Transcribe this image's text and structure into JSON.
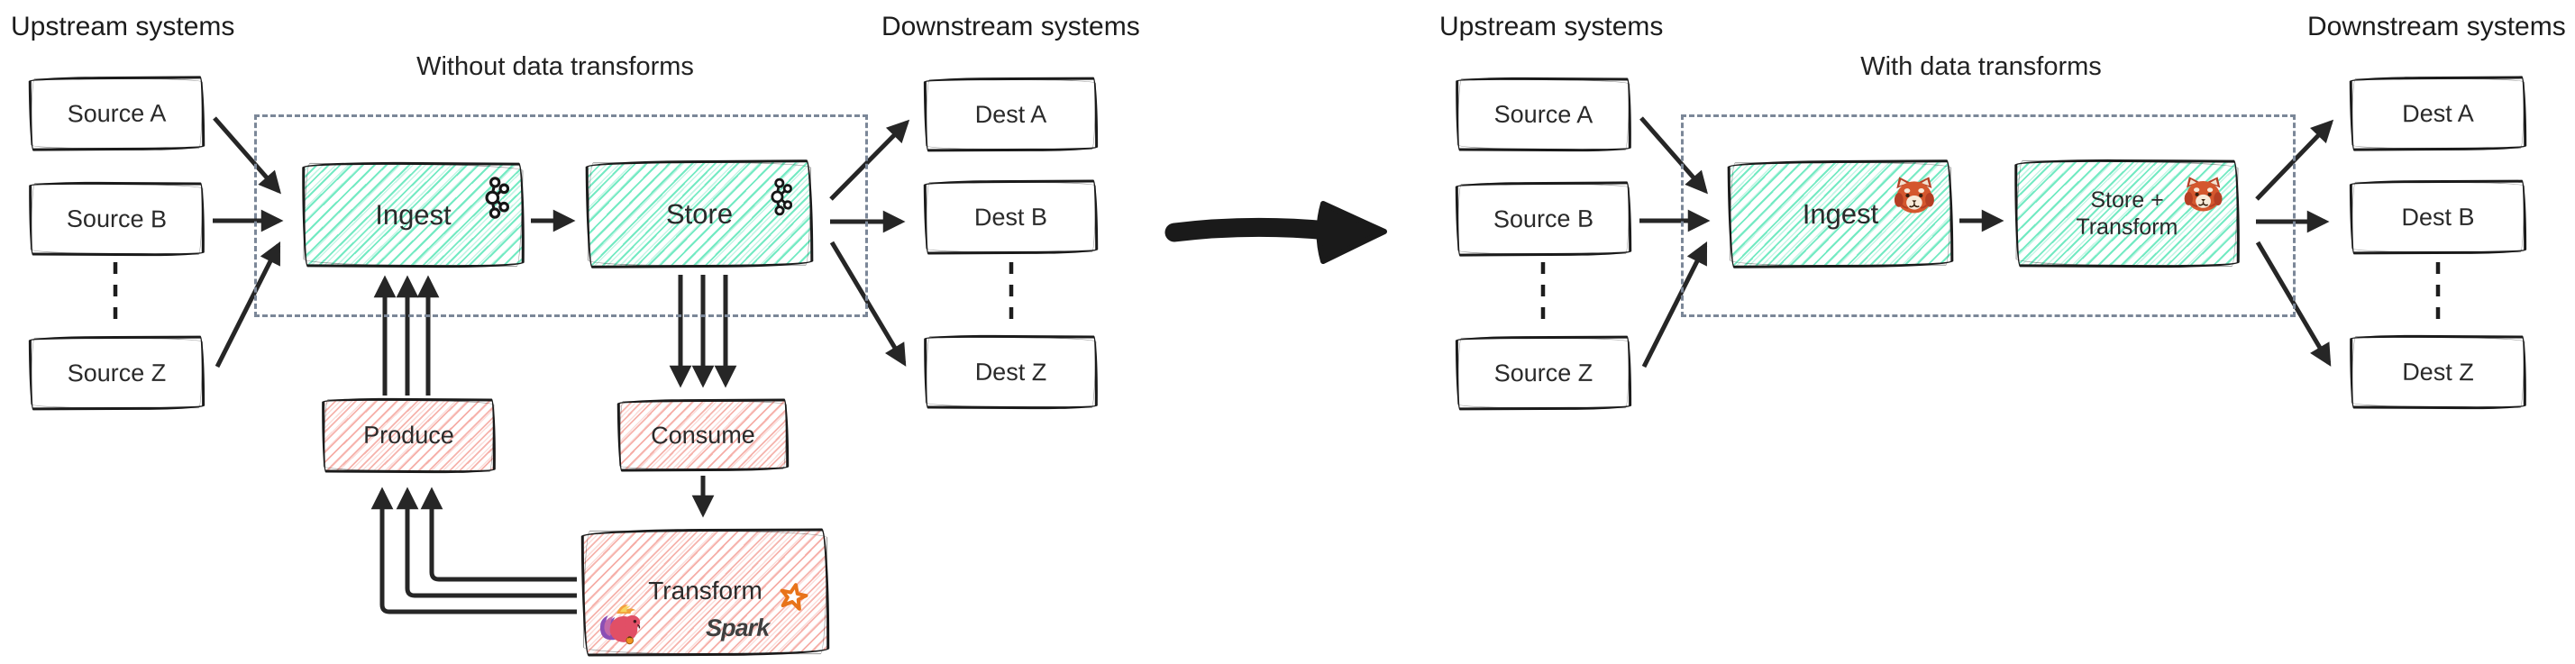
{
  "colors": {
    "teal_hatch": "#6de9c0",
    "pink_hatch": "#f4a098",
    "dashed_border": "#7b8798",
    "arrow": "#262626",
    "box_border": "#1b1b1b",
    "text": "#222222",
    "spark_orange": "#e8731a"
  },
  "diagrams": [
    {
      "title": "Without data transforms",
      "upstream_label": "Upstream systems",
      "downstream_label": "Downstream systems",
      "sources": [
        "Source A",
        "Source B",
        "Source Z"
      ],
      "dests": [
        "Dest A",
        "Dest B",
        "Dest Z"
      ],
      "ingest": {
        "label": "Ingest",
        "icon": "kafka-icon"
      },
      "store": {
        "label": "Store",
        "icon": "kafka-icon"
      },
      "produce_label": "Produce",
      "consume_label": "Consume",
      "transform_label": "Transform",
      "transform_icons": [
        "flink-squirrel-icon",
        "spark-logo"
      ],
      "spark_label": "Spark"
    },
    {
      "title": "With data transforms",
      "upstream_label": "Upstream systems",
      "downstream_label": "Downstream systems",
      "sources": [
        "Source A",
        "Source B",
        "Source Z"
      ],
      "dests": [
        "Dest A",
        "Dest B",
        "Dest Z"
      ],
      "ingest": {
        "label": "Ingest",
        "icon": "red-panda-icon"
      },
      "store_transform": {
        "label_line1": "Store +",
        "label_line2": "Transform",
        "icon": "red-panda-icon"
      }
    }
  ],
  "transition": {
    "icon": "big-right-arrow"
  }
}
